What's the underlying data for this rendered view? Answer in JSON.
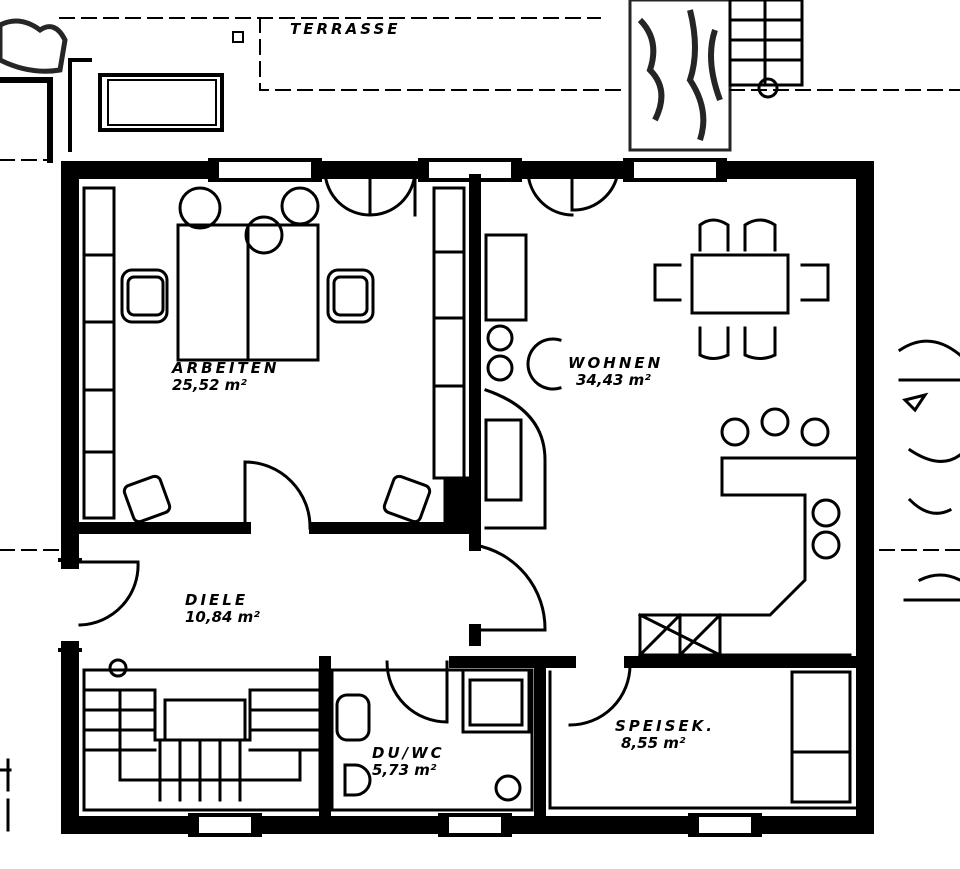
{
  "title": "Floor plan",
  "rooms": [
    {
      "name": "TERRASSE",
      "area": ""
    },
    {
      "name": "ARBEITEN",
      "area": "25,52 m²"
    },
    {
      "name": "WOHNEN",
      "area": "34,43 m²"
    },
    {
      "name": "DIELE",
      "area": "10,84 m²"
    },
    {
      "name": "DU/WC",
      "area": "5,73 m²"
    },
    {
      "name": "SPEISEK.",
      "area": "8,55 m²"
    }
  ],
  "colors": {
    "ink": "#000000",
    "paper": "#ffffff"
  }
}
